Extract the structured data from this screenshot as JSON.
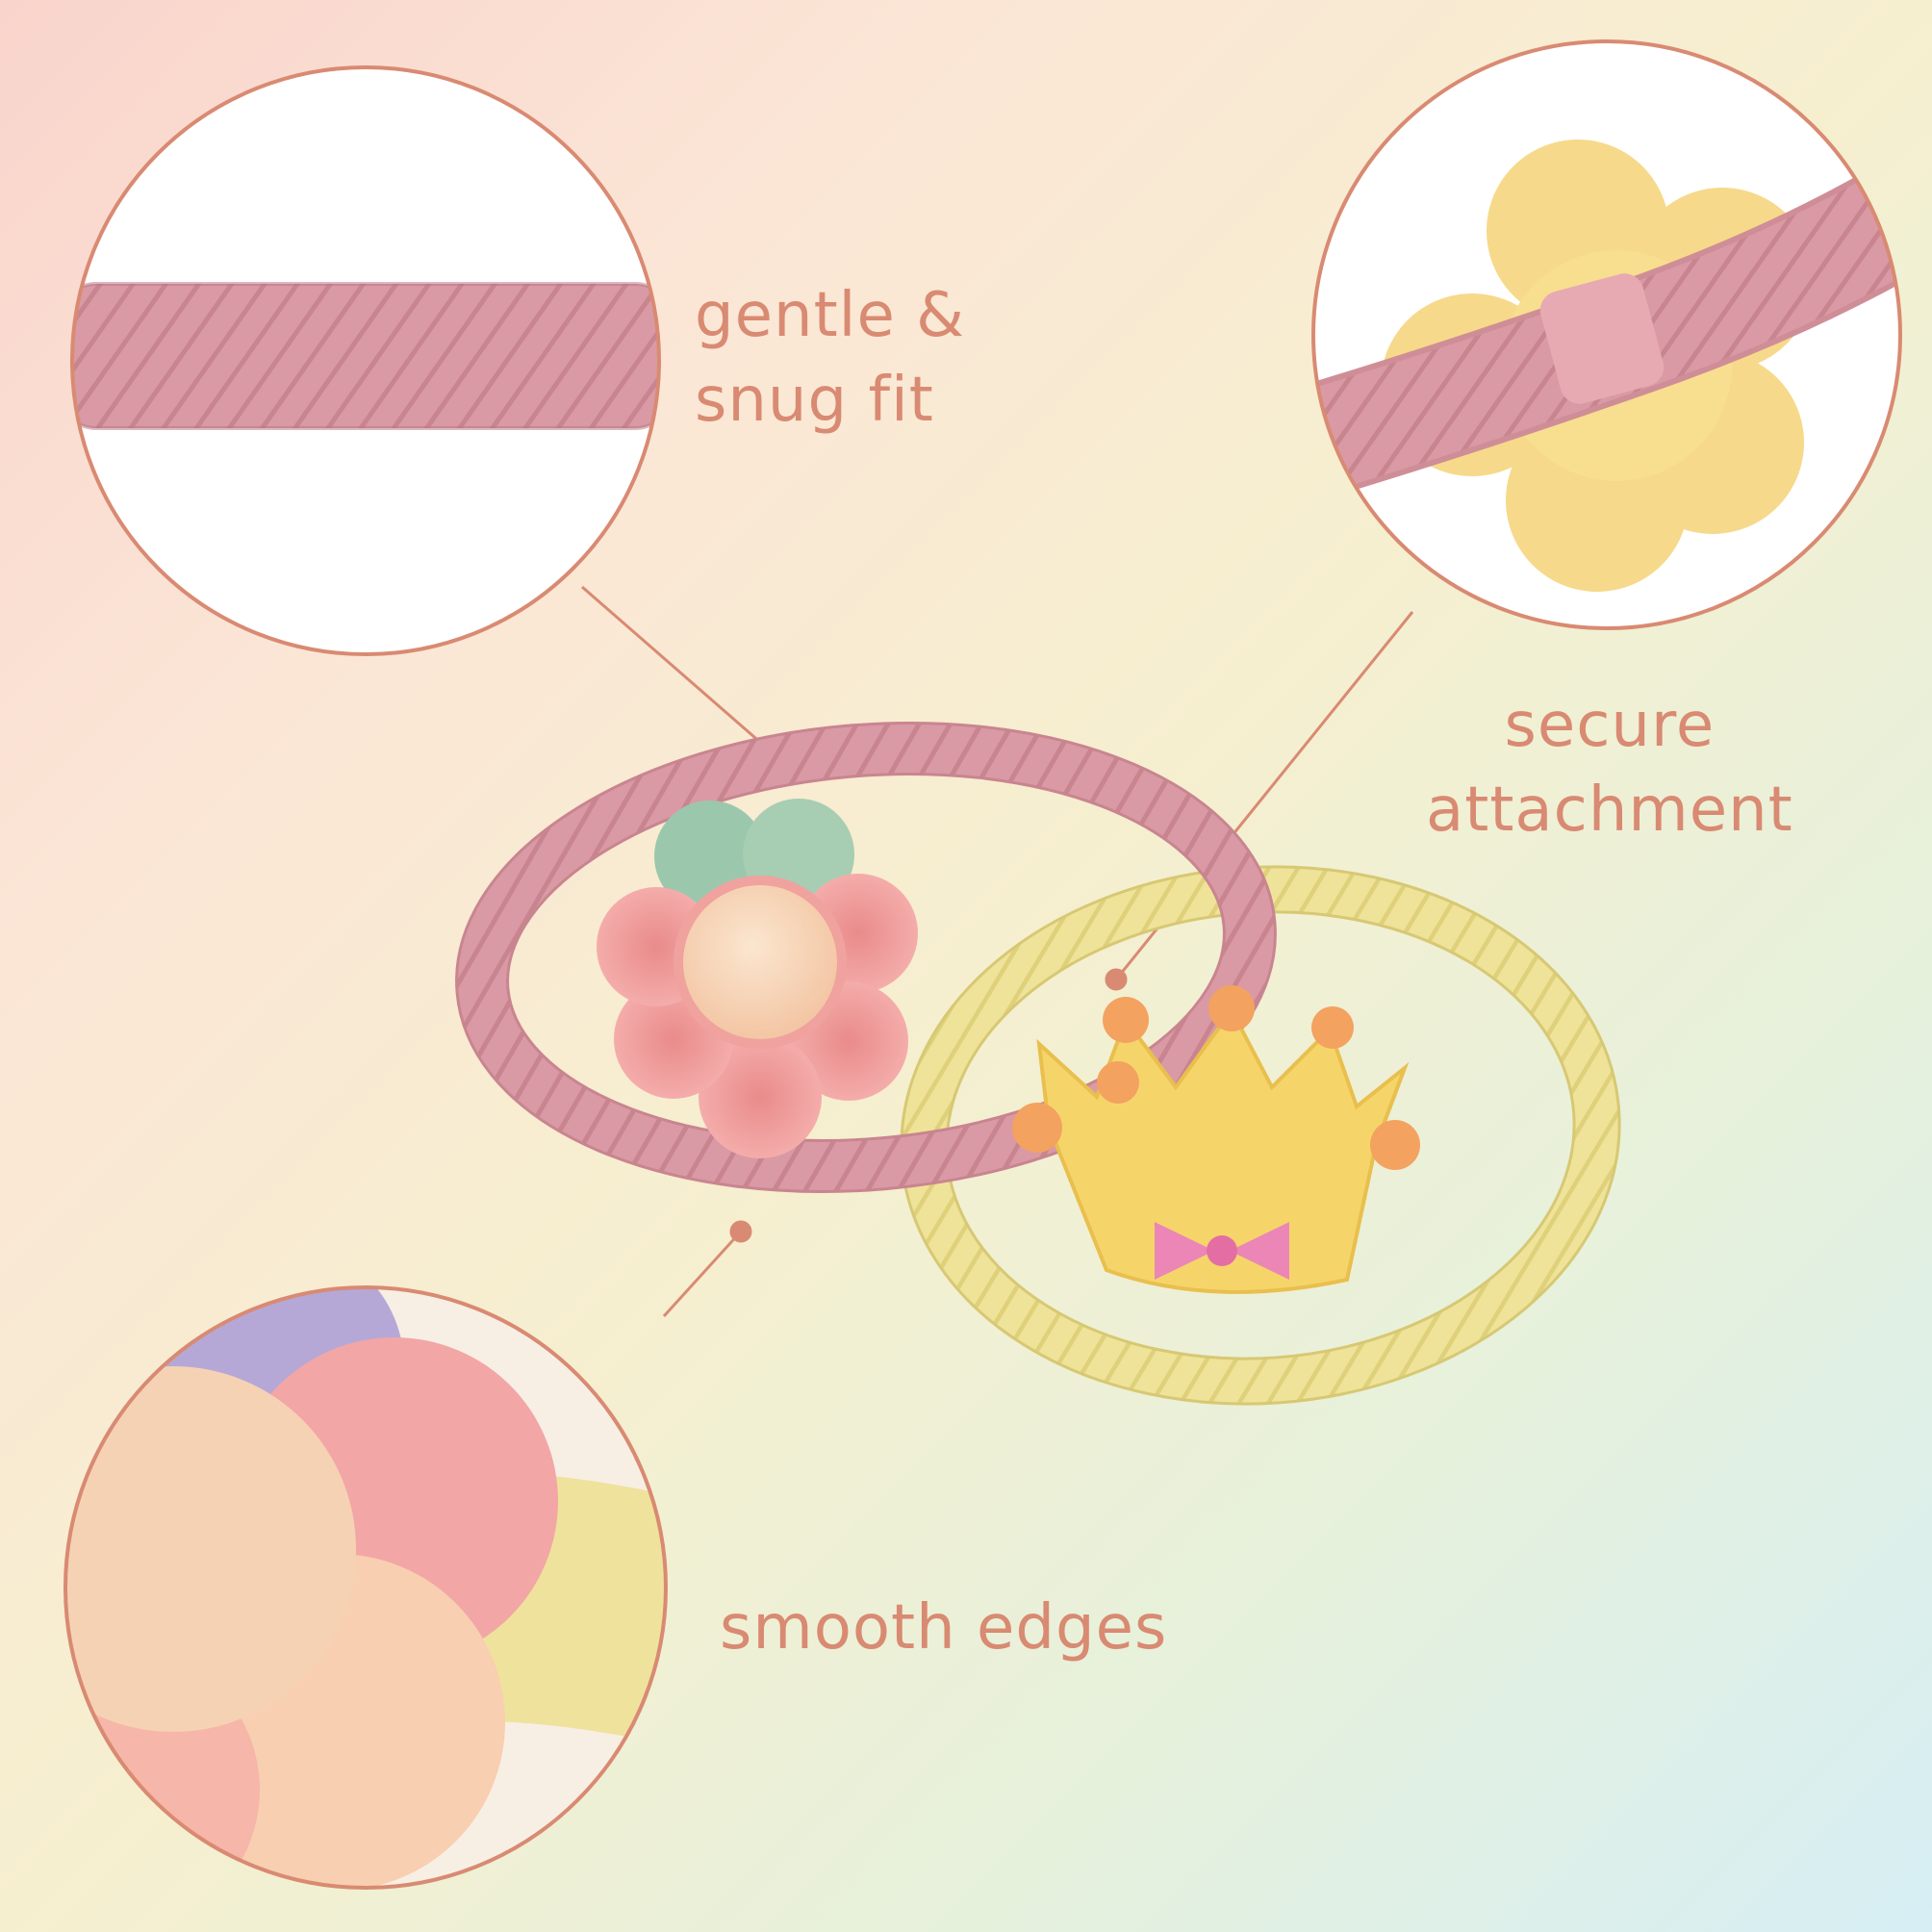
{
  "colors": {
    "accent": "#d98a72",
    "circle_stroke": "#d98a72",
    "band_pink": "#d99aa5",
    "band_yellow": "#ede08e",
    "crown_yellow": "#f6d96a",
    "flower_pink": "#f2a3a6"
  },
  "callouts": [
    {
      "id": "gentle",
      "lines": [
        "gentle &",
        "snug fit"
      ]
    },
    {
      "id": "secure",
      "lines": [
        "secure",
        "attachment"
      ]
    },
    {
      "id": "smooth",
      "lines": [
        "smooth edges"
      ]
    }
  ],
  "products": [
    {
      "name": "pink hair tie",
      "charm": "flower"
    },
    {
      "name": "yellow hair tie",
      "charm": "crown with bow"
    }
  ]
}
